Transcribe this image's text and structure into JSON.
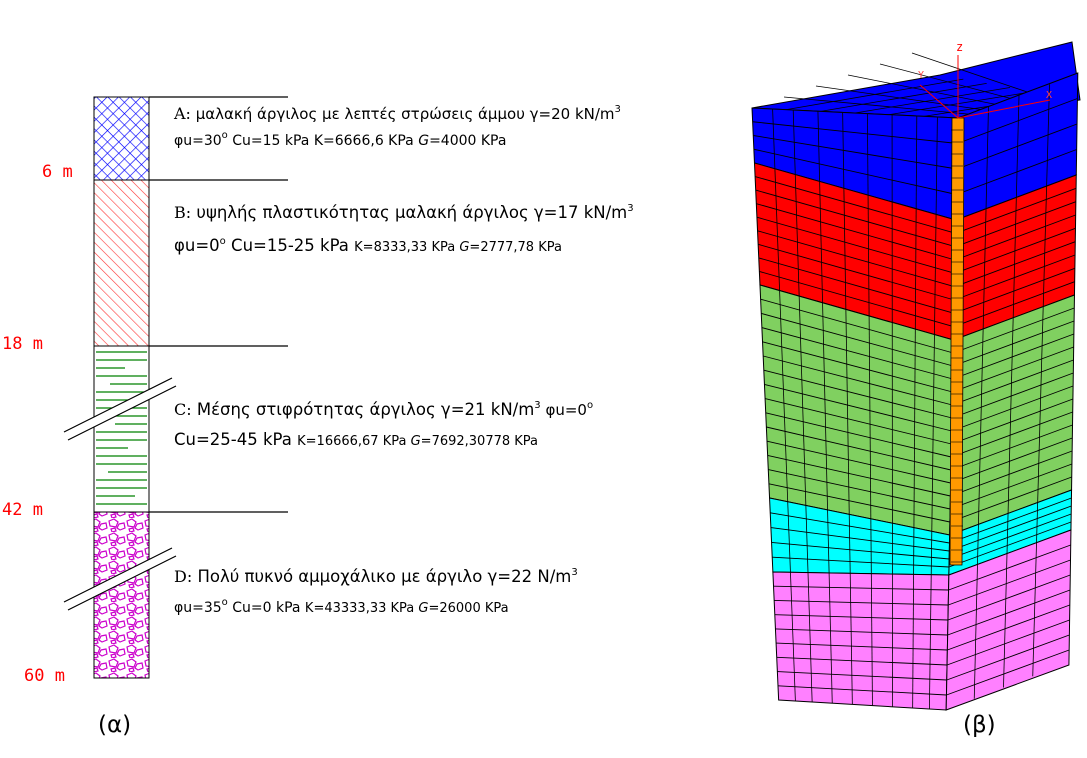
{
  "borehole": {
    "depths": [
      "6 m",
      "18 m",
      "42 m",
      "60 m"
    ],
    "layers": [
      {
        "id": "A",
        "line1": {
          "letter": "A:",
          "text": " μαλακή άργιλος με λεπτές στρώσεις άμμου γ=20 kN/m",
          "sup": "3"
        },
        "line2": {
          "phi": "φu=30",
          "deg": "o",
          "cu": "  Cu=15 kPa ",
          "k": "K=6666,6 KPa ",
          "g_label": "G",
          "g_val": "=4000 KPa"
        },
        "color": "#0000ff"
      },
      {
        "id": "B",
        "line1": {
          "letter": "B:",
          "text": " υψηλής πλαστικότητας μαλακή άργιλος γ=17 kN/m",
          "sup": "3"
        },
        "line2": {
          "phi": "φu=0",
          "deg": "o",
          "cu": "  Cu=15-25 kPa ",
          "k": "K=8333,33 KPa ",
          "g_label": "G",
          "g_val": "=2777,78 KPa"
        },
        "color": "#ff0000"
      },
      {
        "id": "C",
        "line1": {
          "letter": "C:",
          "text": " Μέσης στιφρότητας άργιλος γ=21 kN/m",
          "sup": "3",
          "tail": "  φu=0",
          "tail_deg": "o"
        },
        "line2": {
          "phi": "",
          "deg": "",
          "cu": "Cu=25-45 kPa ",
          "k": "K=16666,67 KPa ",
          "g_label": "G",
          "g_val": "=7692,30778 KPa"
        },
        "color": "#008000"
      },
      {
        "id": "D",
        "line1": {
          "letter": "D:",
          "text": " Πολύ πυκνό αμμοχάλικο με άργιλο γ=22 N/m",
          "sup": "3"
        },
        "line2": {
          "phi": "φu=35",
          "deg": "o",
          "cu": "  Cu=0 kPa ",
          "k": " K=43333,33 KPa ",
          "g_label": "G",
          "g_val": "=26000 KPa"
        },
        "color": "#cc00cc"
      }
    ]
  },
  "mesh": {
    "axis_label_top": "z",
    "axis_label_y": "Y",
    "axis_label_x": "X",
    "layer_colors": [
      "#0000ff",
      "#ff0000",
      "#80d060",
      "#00ffff",
      "#ff80ff"
    ],
    "pile_color": "#ff9900"
  },
  "panels": {
    "left": "(α)",
    "right": "(β)"
  }
}
